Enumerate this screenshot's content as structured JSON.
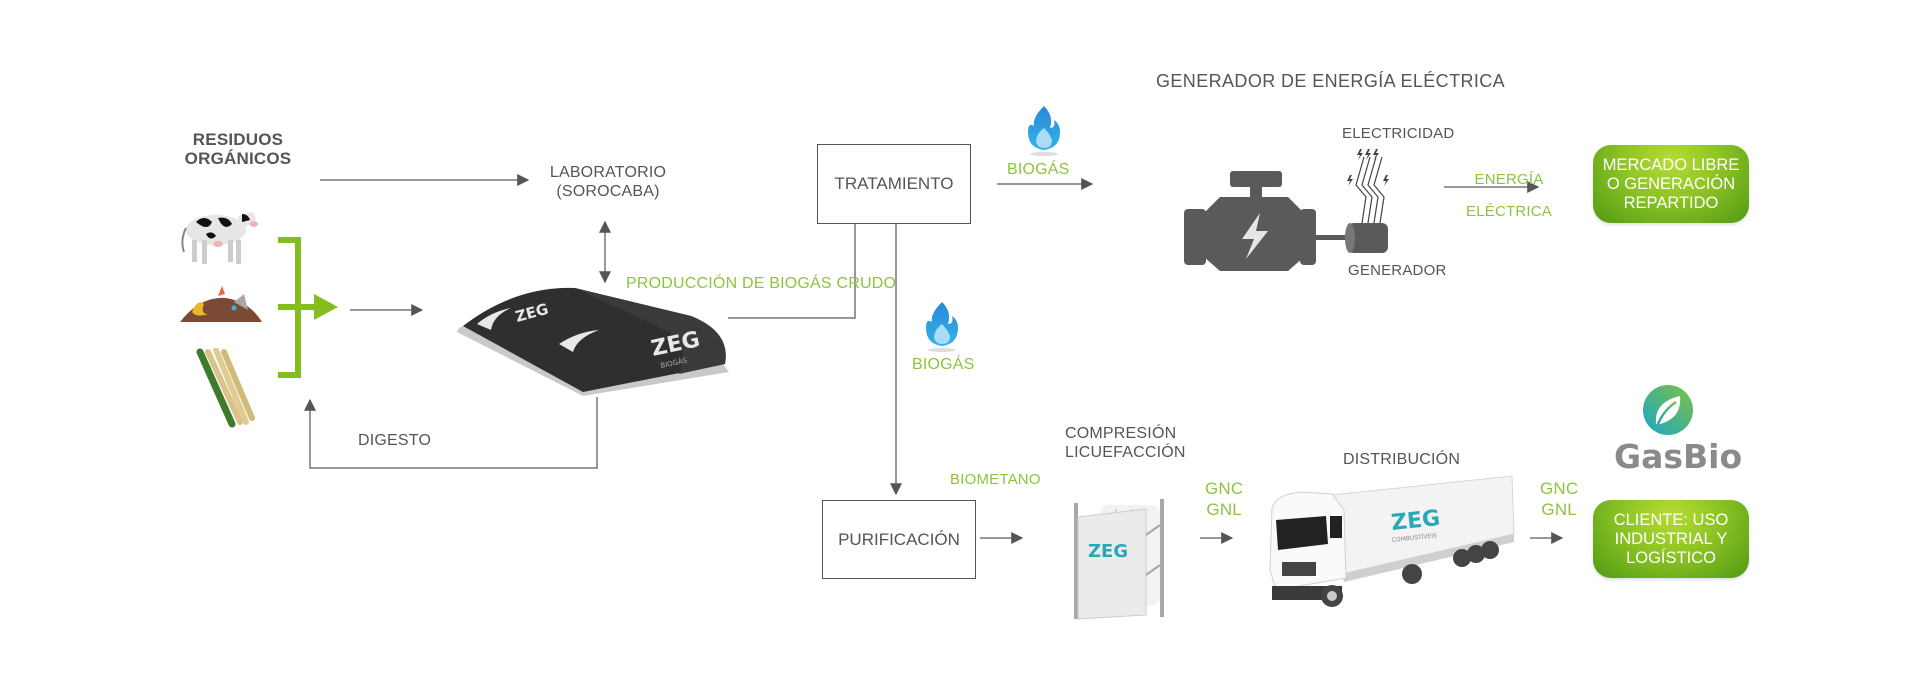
{
  "diagram": {
    "inputs": {
      "title_line1": "RESIDUOS",
      "title_line2": "ORGÁNICOS",
      "items": [
        {
          "name": "cow",
          "icon": "cow-icon"
        },
        {
          "name": "food-waste",
          "icon": "compost-icon"
        },
        {
          "name": "sugarcane",
          "icon": "sugarcane-icon"
        }
      ]
    },
    "laboratory": {
      "line1": "LABORATORIO",
      "line2": "(SOROCABA)"
    },
    "digester": {
      "brand": "ZEG",
      "sub": "BIOGÁS"
    },
    "digestate_label": "DIGESTO",
    "raw_biogas_label": "PRODUCCIÓN DE BIOGÁS CRUDO",
    "treatment_label": "TRATAMIENTO",
    "biogas_label_top": "BIOGÁS",
    "biogas_label_mid": "BIOGÁS",
    "generator_section": {
      "title": "GENERADOR DE ENERGÍA ELÉCTRICA",
      "electricity_label": "ELECTRICIDAD",
      "generator_label": "GENERADOR",
      "energy_line1": "ENERGÍA",
      "energy_line2": "ELÉCTRICA"
    },
    "market_button": {
      "line1": "MERCADO LIBRE",
      "line2": "O GENERACIÓN",
      "line3": "REPARTIDO"
    },
    "purification_label": "PURIFICACIÓN",
    "biomethane_label": "BIOMETANO",
    "compression": {
      "line1": "COMPRESIÓN",
      "line2": "LICUEFACCIÓN",
      "brand": "ZEG"
    },
    "gnc_gnl_1": {
      "line1": "GNC",
      "line2": "GNL"
    },
    "distribution": {
      "label": "DISTRIBUCIÓN",
      "brand": "ZEG",
      "sub": "COMBUSTÍVEIS"
    },
    "gnc_gnl_2": {
      "line1": "GNC",
      "line2": "GNL"
    },
    "gasbio_logo": "GasBio",
    "client_button": {
      "line1": "CLIENTE: USO",
      "line2": "INDUSTRIAL Y",
      "line3": "LOGÍSTICO"
    },
    "colors": {
      "accent_green": "#8dc43f",
      "text_gray": "#555555",
      "flame_blue": "#2a9fe0",
      "engine_gray": "#5a5a5a"
    }
  }
}
